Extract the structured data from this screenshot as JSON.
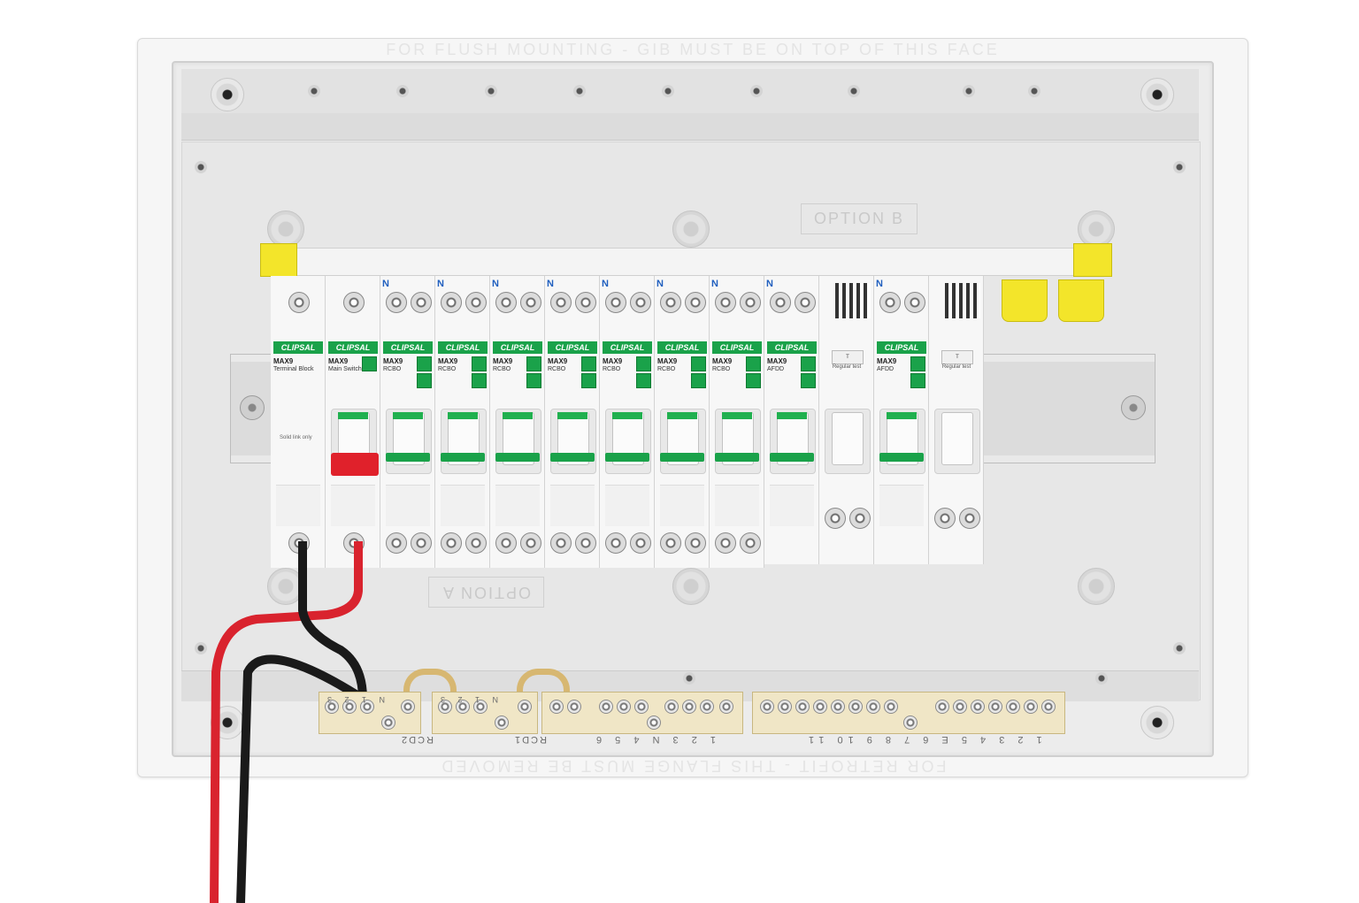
{
  "flange": {
    "top_text": "FOR FLUSH MOUNTING - GIB MUST BE ON TOP OF THIS FACE",
    "bottom_text": "FOR RETROFIT - THIS FLANGE MUST BE REMOVED"
  },
  "options": {
    "option_b": "OPTION B",
    "option_a": "OPTION A"
  },
  "devices": [
    {
      "brand": "CLIPSAL",
      "model": "MAX9",
      "type": "Terminal Block",
      "note": "Solid link only"
    },
    {
      "brand": "CLIPSAL",
      "model": "MAX9",
      "type": "Main Switch"
    },
    {
      "brand": "CLIPSAL",
      "model": "MAX9",
      "type": "RCBO",
      "n": "N"
    },
    {
      "brand": "CLIPSAL",
      "model": "MAX9",
      "type": "RCBO",
      "n": "N"
    },
    {
      "brand": "CLIPSAL",
      "model": "MAX9",
      "type": "RCBO",
      "n": "N"
    },
    {
      "brand": "CLIPSAL",
      "model": "MAX9",
      "type": "RCBO",
      "n": "N"
    },
    {
      "brand": "CLIPSAL",
      "model": "MAX9",
      "type": "RCBO",
      "n": "N"
    },
    {
      "brand": "CLIPSAL",
      "model": "MAX9",
      "type": "RCBO",
      "n": "N"
    },
    {
      "brand": "CLIPSAL",
      "model": "MAX9",
      "type": "RCBO",
      "n": "N"
    },
    {
      "brand": "CLIPSAL",
      "model": "MAX9",
      "type": "AFDD",
      "n": "N"
    },
    {
      "test": "Regular test"
    },
    {
      "brand": "CLIPSAL",
      "model": "MAX9",
      "type": "AFDD",
      "n": "N"
    },
    {
      "test": "Regular test"
    }
  ],
  "neutral_bars": {
    "rcd2_label": "RCD2",
    "rcd1_label": "RCD1",
    "rcd2_numbers": "N 1 2 3",
    "rcd1_numbers": "N 1 2 3",
    "bar3_numbers": "1 2 3 N 4 5 6",
    "bar4_numbers": "1 2 3 4 5 E 6 7 8 9 10 11"
  },
  "colors": {
    "brand_green": "#1aa24a",
    "main_switch_red": "#e0212b",
    "clip_yellow": "#f3e52a",
    "live_cable": "#d9232e",
    "neutral_cable": "#1a1a1a"
  }
}
